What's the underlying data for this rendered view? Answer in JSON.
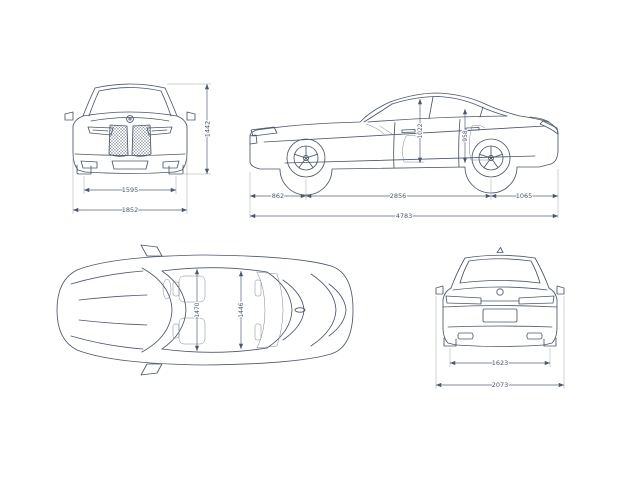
{
  "title": "Vehicle dimensions four-view technical drawing",
  "colors": {
    "line": "#4b576a",
    "background": "#ffffff"
  },
  "views": {
    "front": {
      "dims": {
        "track_front": "1595",
        "overall_width": "1852",
        "overall_height": "1442"
      }
    },
    "side": {
      "dims": {
        "front_overhang": "862",
        "wheelbase": "2856",
        "rear_overhang": "1065",
        "overall_length": "4783",
        "headroom_front": "1022",
        "headroom_rear": "958"
      }
    },
    "top": {
      "dims": {
        "interior_width_front": "1470",
        "interior_width_rear": "1446"
      }
    },
    "rear": {
      "dims": {
        "track_rear": "1623",
        "width_incl_mirrors": "2073"
      }
    }
  }
}
